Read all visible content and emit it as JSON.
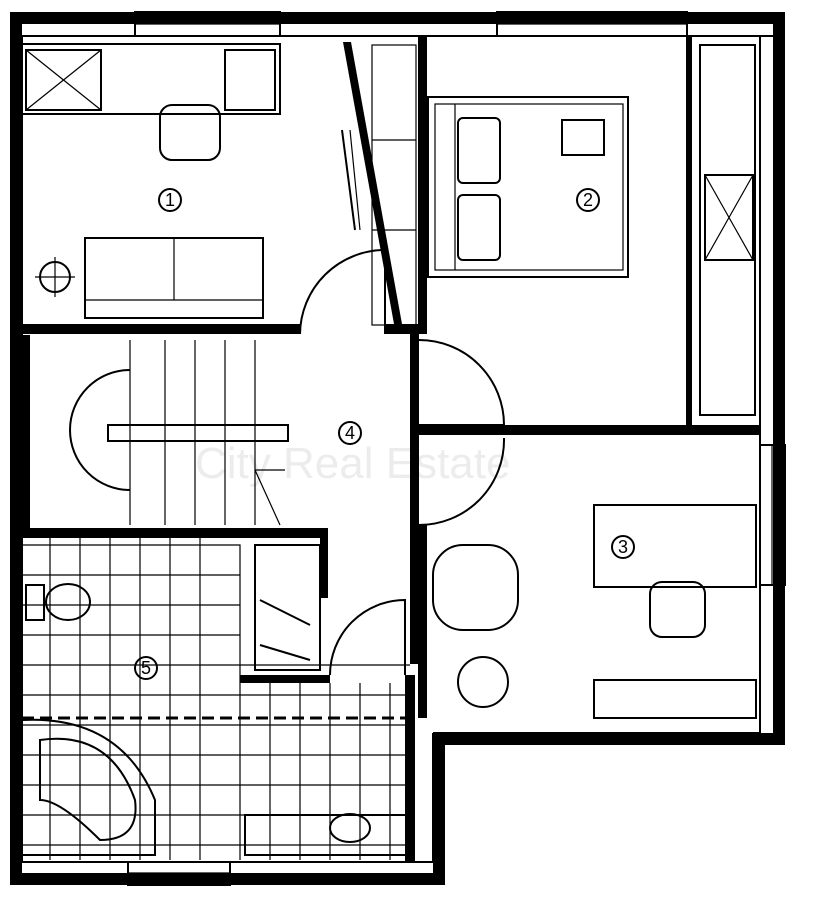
{
  "plan": {
    "rooms": [
      {
        "id": "room-1",
        "label": "1"
      },
      {
        "id": "room-2",
        "label": "2"
      },
      {
        "id": "room-3",
        "label": "3"
      },
      {
        "id": "room-4",
        "label": "4"
      },
      {
        "id": "room-5",
        "label": "5"
      }
    ],
    "watermark": "City Real Estate",
    "colors": {
      "line": "#000000",
      "background": "#ffffff"
    }
  }
}
